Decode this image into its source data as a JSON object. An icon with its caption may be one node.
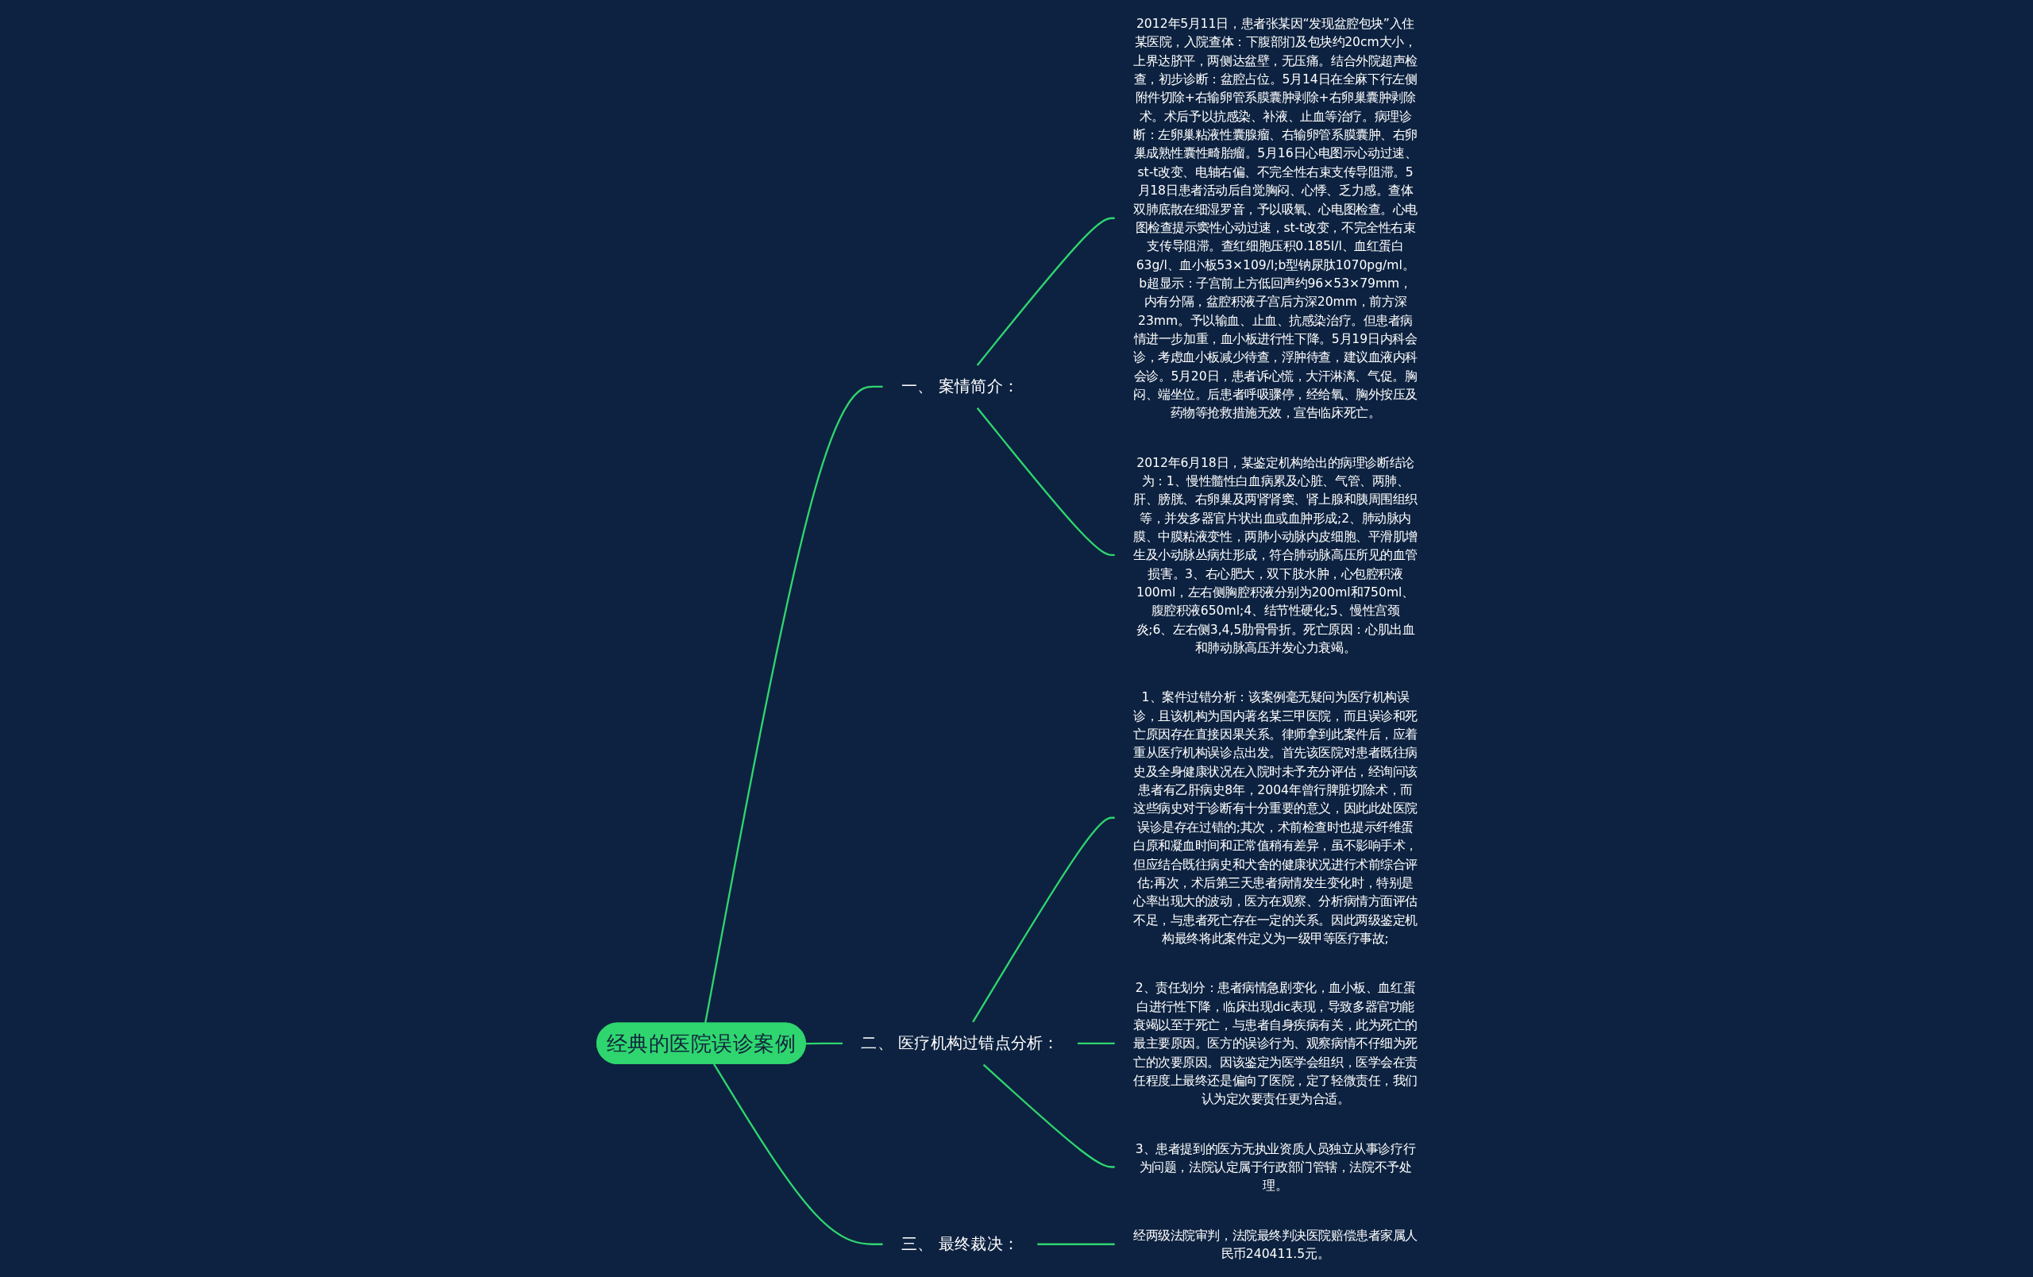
{
  "diagram": {
    "nodes": [
      {
        "text": [
          "经典的医院误诊案例"
        ]
      },
      {
        "text": [
          "一、 案情简介："
        ]
      },
      {
        "text": [
          "2012年5月11日，患者张某因“发现盆腔包块”入住某医院，入院查体：下腹部扪及包块约20cm大小，上界达脐平，两侧达盆壁，无压痛。结合外院超声检查，初步诊断：盆腔占位。5月14日在全麻下行左侧附件切除+右输卵管系膜囊肿剥除+右卵巢囊肿剥除术。术后予以抗感染、补液、止血等治疗。病理诊断：左卵巢粘液性囊腺瘤、右输卵管系膜囊肿、右卵巢成熟性囊性畸胎瘤。5月16日心电图示心动过速、st-t改变、电轴右偏、不完全性右束支传导阻滞。5月18日患者活动后自觉胸闷、心悸、乏力感。查体双肺底散在细湿罗音，予以吸氧、心电图检查。心电图检查提示窦性心动过速，st-t改变，不完全性右束支传导阻滞。查红细胞压积0.185l/l、血红蛋白63g/l、血小板53×109/l;b型钠尿肽1070pg/ml。b超显示：子宫前上方低回声约96×53×79mm，内有分隔，盆腔积液子宫后方深20mm，前方深23mm。予以输血、止血、抗感染治疗。但患者病情进一步加重，血小板进行性下降。5月19日内科会诊，考虑血小板减少待查，浮肿待查，建议血液内科会诊。5月20日，患者诉心慌，大汗淋漓、气促。胸闷、端坐位。后患者呼吸骤停，经给氧、胸外按压及药物等抢救措施无效，宣告临床死亡。"
        ]
      },
      {
        "text": [
          "2012年6月18日，某鉴定机构给出的病理诊断结论为：1、慢性髓性白血病累及心脏、气管、两肺、肝、膀胱、右卵巢及两肾肾窦、肾上腺和胰周围组织等，并发多器官片状出血或血肿形成;2、肺动脉内膜、中膜粘液变性，两肺小动脉内皮细胞、平滑肌增生及小动脉丛病灶形成，符合肺动脉高压所见的血管损害。3、右心肥大，双下肢水肿，心包腔积液100ml，左右侧胸腔积液分别为200ml和750ml、腹腔积液650ml;4、结节性硬化;5、慢性宫颈炎;6、左右侧3,4,5肋骨骨折。死亡原因：心肌出血和肺动脉高压并发心力衰竭。"
        ]
      },
      {
        "text": [
          "二、 医疗机构过错点分析："
        ]
      },
      {
        "text": [
          "1、案件过错分析：该案例毫无疑问为医疗机构误诊，且该机构为国内著名某三甲医院，而且误诊和死亡原因存在直接因果关系。律师拿到此案件后，应着重从医疗机构误诊点出发。首先该医院对患者既往病史及全身健康状况在入院时未予充分评估，经询问该患者有乙肝病史8年，2004年曾行脾脏切除术，而这些病史对于诊断有十分重要的意义，因此此处医院误诊是存在过错的;其次，术前检查时也提示纤维蛋白原和凝血时间和正常值稍有差异，虽不影响手术，但应结合既往病史和犬舍的健康状况进行术前综合评估;再次，术后第三天患者病情发生变化时，特别是心率出现大的波动，医方在观察、分析病情方面评估不足，与患者死亡存在一定的关系。因此两级鉴定机构最终将此案件定义为一级甲等医疗事故;"
        ]
      },
      {
        "text": [
          "2、责任划分：患者病情急剧变化，血小板、血红蛋白进行性下降，临床出现dic表现，导致多器官功能衰竭以至于死亡，与患者自身疾病有关，此为死亡的最主要原因。医方的误诊行为、观察病情不仔细为死亡的次要原因。因该鉴定为医学会组织，医学会在责任程度上最终还是偏向了医院，定了轻微责任，我们认为定次要责任更为合适。"
        ]
      },
      {
        "text": [
          "3、患者提到的医方无执业资质人员独立从事诊疗行为问题，法院认定属于行政部门管辖，法院不予处理。"
        ]
      },
      {
        "text": [
          "三、 最终裁决："
        ]
      },
      {
        "text": [
          "经两级法院审判，法院最终判决医院赔偿患者家属人民币240411.5元。"
        ]
      }
    ],
    "edges": [
      {
        "from": 0,
        "to": 1,
        "arrow": "none"
      },
      {
        "from": 1,
        "to": 2,
        "arrow": "none"
      },
      {
        "from": 1,
        "to": 3,
        "arrow": "none"
      },
      {
        "from": 0,
        "to": 4,
        "arrow": "none"
      },
      {
        "from": 4,
        "to": 5,
        "arrow": "none"
      },
      {
        "from": 4,
        "to": 6,
        "arrow": "none"
      },
      {
        "from": 4,
        "to": 7,
        "arrow": "none"
      },
      {
        "from": 0,
        "to": 8,
        "arrow": "none"
      },
      {
        "from": 8,
        "to": 9,
        "arrow": "none"
      }
    ]
  }
}
